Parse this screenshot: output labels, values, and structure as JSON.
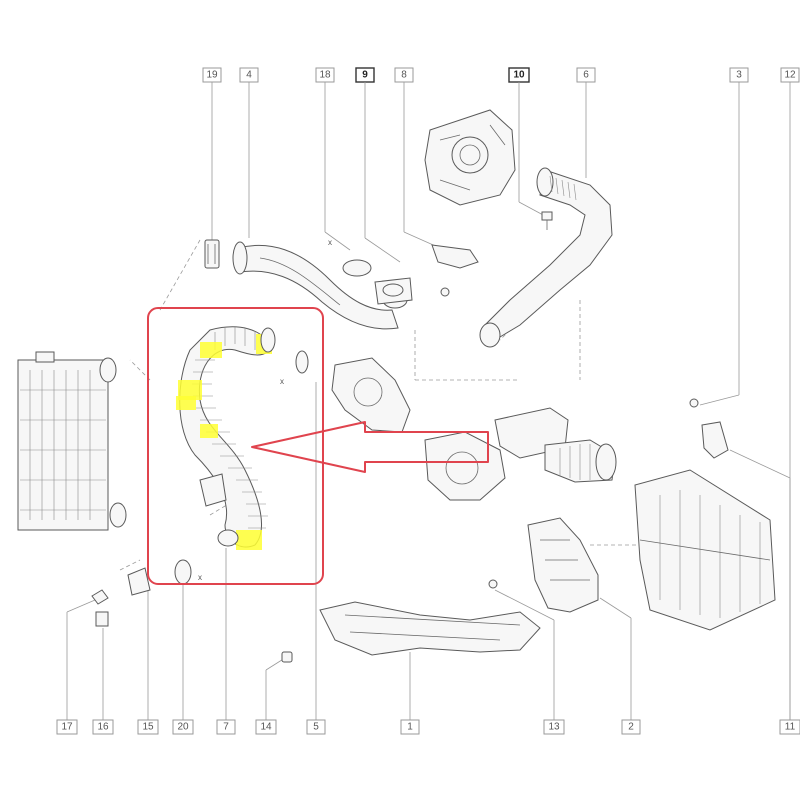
{
  "callouts": [
    {
      "label": "19",
      "bold": false
    },
    {
      "label": "4",
      "bold": false
    },
    {
      "label": "18",
      "bold": false
    },
    {
      "label": "9",
      "bold": true
    },
    {
      "label": "8",
      "bold": false
    },
    {
      "label": "10",
      "bold": true
    },
    {
      "label": "6",
      "bold": false
    },
    {
      "label": "3",
      "bold": false
    },
    {
      "label": "12",
      "bold": false
    },
    {
      "label": "17",
      "bold": false
    },
    {
      "label": "16",
      "bold": false
    },
    {
      "label": "15",
      "bold": false
    },
    {
      "label": "20",
      "bold": false
    },
    {
      "label": "7",
      "bold": false
    },
    {
      "label": "14",
      "bold": false
    },
    {
      "label": "5",
      "bold": false
    },
    {
      "label": "1",
      "bold": false
    },
    {
      "label": "13",
      "bold": false
    },
    {
      "label": "2",
      "bold": false
    },
    {
      "label": "11",
      "bold": false
    }
  ],
  "highlight": {
    "frame_color": "#e0444e",
    "arrow_color": "#e0444e",
    "fill_color": "#ffff33"
  },
  "marks": {
    "x": "x"
  }
}
